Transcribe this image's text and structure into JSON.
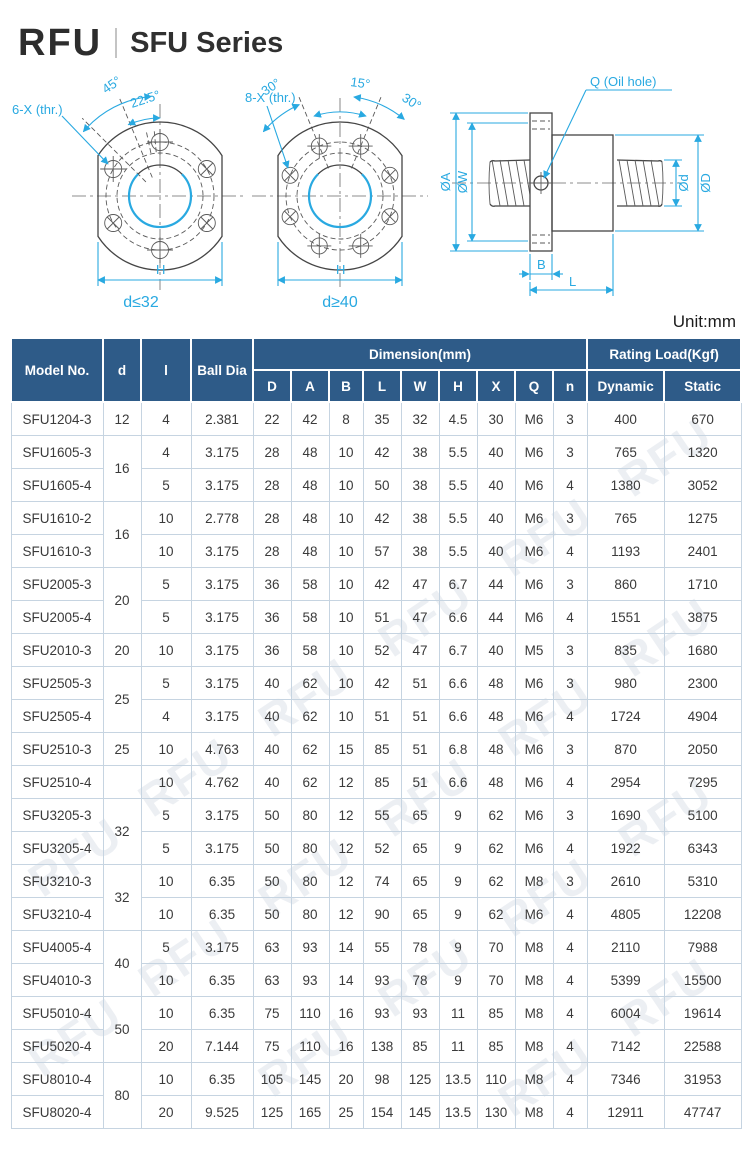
{
  "header": {
    "logo": "RFU",
    "title": "SFU Series"
  },
  "unit_label": "Unit:mm",
  "watermark": "RFU",
  "colors": {
    "accent_cyan": "#29a9e1",
    "header_blue": "#2e5b88",
    "table_border": "#c6d4e1"
  },
  "diagrams": {
    "flange_small": {
      "caption": "d≤32",
      "angle_outer": "45°",
      "angle_inner": "22.5°",
      "holes_label": "6-X (thr.)",
      "width_label": "H"
    },
    "flange_large": {
      "caption": "d≥40",
      "angle_left": "30°",
      "angle_mid": "15°",
      "angle_right": "30°",
      "holes_label": "8-X (thr.)",
      "width_label": "H"
    },
    "side_view": {
      "oil_label": "Q (Oil hole)",
      "dia_A": "ØA",
      "dia_W": "ØW",
      "dia_d": "Ød",
      "dia_D": "ØD",
      "b_label": "B",
      "l_label": "L"
    }
  },
  "table": {
    "header": {
      "model": "Model No.",
      "d": "d",
      "l": "l",
      "ball": "Ball Dia",
      "dimension_group": "Dimension(mm)",
      "rating_group": "Rating Load(Kgf)",
      "dims": [
        "D",
        "A",
        "B",
        "L",
        "W",
        "H",
        "X",
        "Q",
        "n"
      ],
      "rating": [
        "Dynamic",
        "Static"
      ]
    },
    "rows": [
      {
        "model": "SFU1204-3",
        "d": "12",
        "d_span": 1,
        "l": "4",
        "ball": "2.381",
        "D": "22",
        "A": "42",
        "B": "8",
        "L": "35",
        "W": "32",
        "H": "4.5",
        "X": "30",
        "Q": "M6",
        "n": "3",
        "dyn": "400",
        "sta": "670"
      },
      {
        "model": "SFU1605-3",
        "d": "16",
        "d_span": 2,
        "l": "4",
        "ball": "3.175",
        "D": "28",
        "A": "48",
        "B": "10",
        "L": "42",
        "W": "38",
        "H": "5.5",
        "X": "40",
        "Q": "M6",
        "n": "3",
        "dyn": "765",
        "sta": "1320"
      },
      {
        "model": "SFU1605-4",
        "d": "",
        "d_span": 0,
        "l": "5",
        "ball": "3.175",
        "D": "28",
        "A": "48",
        "B": "10",
        "L": "50",
        "W": "38",
        "H": "5.5",
        "X": "40",
        "Q": "M6",
        "n": "4",
        "dyn": "1380",
        "sta": "3052"
      },
      {
        "model": "SFU1610-2",
        "d": "16",
        "d_span": 2,
        "l": "10",
        "ball": "2.778",
        "D": "28",
        "A": "48",
        "B": "10",
        "L": "42",
        "W": "38",
        "H": "5.5",
        "X": "40",
        "Q": "M6",
        "n": "3",
        "dyn": "765",
        "sta": "1275"
      },
      {
        "model": "SFU1610-3",
        "d": "",
        "d_span": 0,
        "l": "10",
        "ball": "3.175",
        "D": "28",
        "A": "48",
        "B": "10",
        "L": "57",
        "W": "38",
        "H": "5.5",
        "X": "40",
        "Q": "M6",
        "n": "4",
        "dyn": "1193",
        "sta": "2401"
      },
      {
        "model": "SFU2005-3",
        "d": "20",
        "d_span": 2,
        "l": "5",
        "ball": "3.175",
        "D": "36",
        "A": "58",
        "B": "10",
        "L": "42",
        "W": "47",
        "H": "6.7",
        "X": "44",
        "Q": "M6",
        "n": "3",
        "dyn": "860",
        "sta": "1710"
      },
      {
        "model": "SFU2005-4",
        "d": "",
        "d_span": 0,
        "l": "5",
        "ball": "3.175",
        "D": "36",
        "A": "58",
        "B": "10",
        "L": "51",
        "W": "47",
        "H": "6.6",
        "X": "44",
        "Q": "M6",
        "n": "4",
        "dyn": "1551",
        "sta": "3875"
      },
      {
        "model": "SFU2010-3",
        "d": "20",
        "d_span": 1,
        "l": "10",
        "ball": "3.175",
        "D": "36",
        "A": "58",
        "B": "10",
        "L": "52",
        "W": "47",
        "H": "6.7",
        "X": "40",
        "Q": "M5",
        "n": "3",
        "dyn": "835",
        "sta": "1680"
      },
      {
        "model": "SFU2505-3",
        "d": "25",
        "d_span": 2,
        "l": "5",
        "ball": "3.175",
        "D": "40",
        "A": "62",
        "B": "10",
        "L": "42",
        "W": "51",
        "H": "6.6",
        "X": "48",
        "Q": "M6",
        "n": "3",
        "dyn": "980",
        "sta": "2300"
      },
      {
        "model": "SFU2505-4",
        "d": "",
        "d_span": 0,
        "l": "4",
        "ball": "3.175",
        "D": "40",
        "A": "62",
        "B": "10",
        "L": "51",
        "W": "51",
        "H": "6.6",
        "X": "48",
        "Q": "M6",
        "n": "4",
        "dyn": "1724",
        "sta": "4904"
      },
      {
        "model": "SFU2510-3",
        "d": "25",
        "d_span": 1,
        "l": "10",
        "ball": "4.763",
        "D": "40",
        "A": "62",
        "B": "15",
        "L": "85",
        "W": "51",
        "H": "6.8",
        "X": "48",
        "Q": "M6",
        "n": "3",
        "dyn": "870",
        "sta": "2050"
      },
      {
        "model": "SFU2510-4",
        "d": "",
        "d_span": 1,
        "l": "10",
        "ball": "4.762",
        "D": "40",
        "A": "62",
        "B": "12",
        "L": "85",
        "W": "51",
        "H": "6.6",
        "X": "48",
        "Q": "M6",
        "n": "4",
        "dyn": "2954",
        "sta": "7295"
      },
      {
        "model": "SFU3205-3",
        "d": "32",
        "d_span": 2,
        "l": "5",
        "ball": "3.175",
        "D": "50",
        "A": "80",
        "B": "12",
        "L": "55",
        "W": "65",
        "H": "9",
        "X": "62",
        "Q": "M6",
        "n": "3",
        "dyn": "1690",
        "sta": "5100"
      },
      {
        "model": "SFU3205-4",
        "d": "",
        "d_span": 0,
        "l": "5",
        "ball": "3.175",
        "D": "50",
        "A": "80",
        "B": "12",
        "L": "52",
        "W": "65",
        "H": "9",
        "X": "62",
        "Q": "M6",
        "n": "4",
        "dyn": "1922",
        "sta": "6343"
      },
      {
        "model": "SFU3210-3",
        "d": "32",
        "d_span": 2,
        "l": "10",
        "ball": "6.35",
        "D": "50",
        "A": "80",
        "B": "12",
        "L": "74",
        "W": "65",
        "H": "9",
        "X": "62",
        "Q": "M8",
        "n": "3",
        "dyn": "2610",
        "sta": "5310"
      },
      {
        "model": "SFU3210-4",
        "d": "",
        "d_span": 0,
        "l": "10",
        "ball": "6.35",
        "D": "50",
        "A": "80",
        "B": "12",
        "L": "90",
        "W": "65",
        "H": "9",
        "X": "62",
        "Q": "M6",
        "n": "4",
        "dyn": "4805",
        "sta": "12208"
      },
      {
        "model": "SFU4005-4",
        "d": "40",
        "d_span": 2,
        "l": "5",
        "ball": "3.175",
        "D": "63",
        "A": "93",
        "B": "14",
        "L": "55",
        "W": "78",
        "H": "9",
        "X": "70",
        "Q": "M8",
        "n": "4",
        "dyn": "2110",
        "sta": "7988"
      },
      {
        "model": "SFU4010-3",
        "d": "",
        "d_span": 0,
        "l": "10",
        "ball": "6.35",
        "D": "63",
        "A": "93",
        "B": "14",
        "L": "93",
        "W": "78",
        "H": "9",
        "X": "70",
        "Q": "M8",
        "n": "4",
        "dyn": "5399",
        "sta": "15500"
      },
      {
        "model": "SFU5010-4",
        "d": "50",
        "d_span": 2,
        "l": "10",
        "ball": "6.35",
        "D": "75",
        "A": "110",
        "B": "16",
        "L": "93",
        "W": "93",
        "H": "11",
        "X": "85",
        "Q": "M8",
        "n": "4",
        "dyn": "6004",
        "sta": "19614"
      },
      {
        "model": "SFU5020-4",
        "d": "",
        "d_span": 0,
        "l": "20",
        "ball": "7.144",
        "D": "75",
        "A": "110",
        "B": "16",
        "L": "138",
        "W": "85",
        "H": "11",
        "X": "85",
        "Q": "M8",
        "n": "4",
        "dyn": "7142",
        "sta": "22588"
      },
      {
        "model": "SFU8010-4",
        "d": "80",
        "d_span": 2,
        "l": "10",
        "ball": "6.35",
        "D": "105",
        "A": "145",
        "B": "20",
        "L": "98",
        "W": "125",
        "H": "13.5",
        "X": "110",
        "Q": "M8",
        "n": "4",
        "dyn": "7346",
        "sta": "31953"
      },
      {
        "model": "SFU8020-4",
        "d": "",
        "d_span": 0,
        "l": "20",
        "ball": "9.525",
        "D": "125",
        "A": "165",
        "B": "25",
        "L": "154",
        "W": "145",
        "H": "13.5",
        "X": "130",
        "Q": "M8",
        "n": "4",
        "dyn": "12911",
        "sta": "47747"
      }
    ]
  }
}
